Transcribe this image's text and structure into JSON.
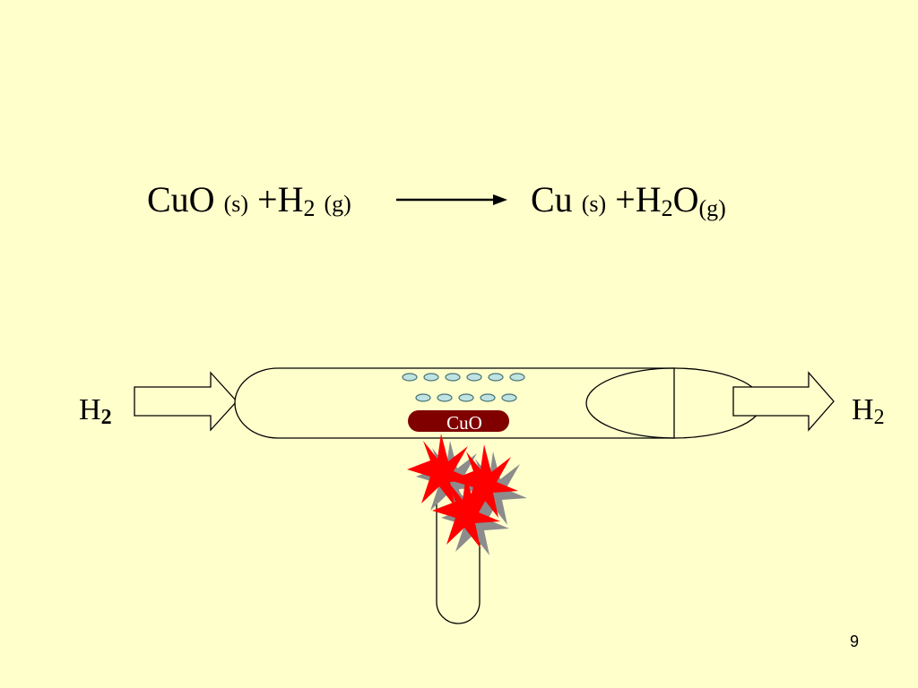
{
  "equation": {
    "r1": "CuO",
    "r1_state": "(s)",
    "plus1": "+",
    "r2": "H",
    "r2_sub": "2",
    "r2_state": "(g)",
    "p1": "Cu",
    "p1_state": "(s)",
    "plus2": "+",
    "p2_a": "H",
    "p2_sub": "2",
    "p2_b": "O",
    "p2_state": "(g)"
  },
  "diagram": {
    "inlet_label": "H",
    "inlet_sub": "2",
    "outlet_label": "H",
    "outlet_sub": "2",
    "sample_label": "CuO",
    "colors": {
      "background": "#FFFFCC",
      "sample_fill": "#800000",
      "sample_text": "#FFFFFF",
      "droplet_fill": "#BFE3E3",
      "droplet_stroke": "#4A7373",
      "flame": "#FF0000",
      "flame_shadow": "#8C8C8C"
    }
  },
  "page_number": "9"
}
